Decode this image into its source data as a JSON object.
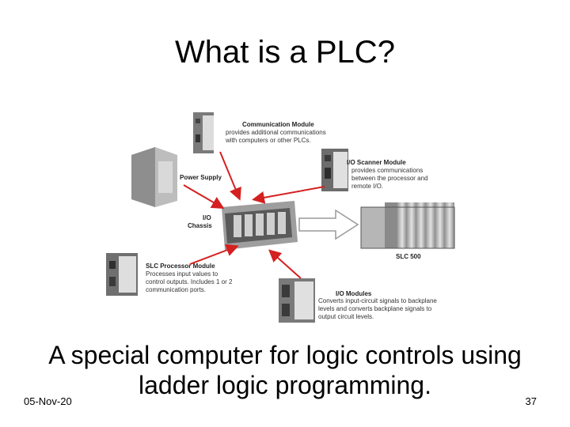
{
  "slide": {
    "title": "What is a PLC?",
    "caption_line1": "A special computer for logic controls using",
    "caption_line2": "ladder logic programming.",
    "date": "05-Nov-20",
    "page_number": "37"
  },
  "diagram": {
    "communication_module": {
      "title": "Communication Module",
      "desc_1": "provides additional communications",
      "desc_2": "with computers or other PLCs."
    },
    "power_supply": {
      "title": "Power Supply"
    },
    "io_scanner_module": {
      "title": "I/O Scanner Module",
      "desc_1": "provides communications",
      "desc_2": "between the processor and",
      "desc_3": "remote I/O."
    },
    "io_chassis": {
      "title_1": "I/O",
      "title_2": "Chassis"
    },
    "slc_500": {
      "title": "SLC 500"
    },
    "slc_processor_module": {
      "title": "SLC Processor Module",
      "desc_1": "Processes input values to",
      "desc_2": "control outputs. Includes 1 or 2",
      "desc_3": "communication ports."
    },
    "io_modules": {
      "title": "I/O Modules",
      "desc_1": "Converts input-circuit signals to backplane",
      "desc_2": "levels and converts backplane signals to",
      "desc_3": "output circuit levels."
    },
    "colors": {
      "arrow": "#d42020",
      "hardware_dark": "#6a6a6a",
      "hardware_light": "#d8d8d8"
    }
  }
}
